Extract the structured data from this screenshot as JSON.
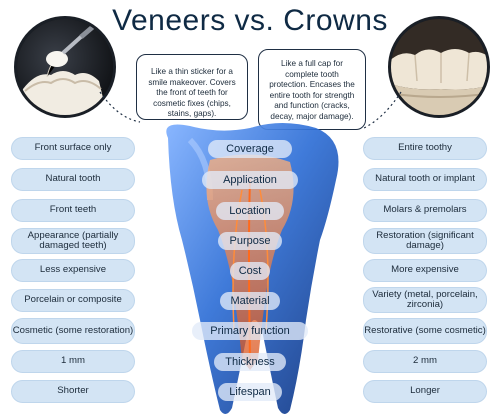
{
  "title": "Veneers vs. Crowns",
  "colors": {
    "title": "#0f2a44",
    "pill": "#d3e4f4",
    "tooth": "#2f6fd6",
    "pulp": "#f07a2a"
  },
  "veneer_note": "Like a thin sticker for a smile makeover. Covers the front of teeth for cosmetic fixes (chips, stains, gaps).",
  "crown_note": "Like a full cap for complete tooth protection. Encases the entire tooth for strength and function (cracks, decay, major damage).",
  "rows": [
    {
      "category": "Coverage",
      "veneer": "Front surface only",
      "crown": "Entire toothy"
    },
    {
      "category": "Application",
      "veneer": "Natural tooth",
      "crown": "Natural tooth or implant"
    },
    {
      "category": "Location",
      "veneer": "Front teeth",
      "crown": "Molars & premolars"
    },
    {
      "category": "Purpose",
      "veneer": "Appearance (partially damaged teeth)",
      "crown": "Restoration (significant damage)"
    },
    {
      "category": "Cost",
      "veneer": "Less expensive",
      "crown": "More expensive"
    },
    {
      "category": "Material",
      "veneer": "Porcelain or composite",
      "crown": "Variety (metal, porcelain, zirconia)"
    },
    {
      "category": "Primary function",
      "veneer": "Cosmetic (some restoration)",
      "crown": "Restorative (some cosmetic)"
    },
    {
      "category": "Thickness",
      "veneer": "1 mm",
      "crown": "2 mm"
    },
    {
      "category": "Lifespan",
      "veneer": "Shorter",
      "crown": "Longer"
    }
  ]
}
